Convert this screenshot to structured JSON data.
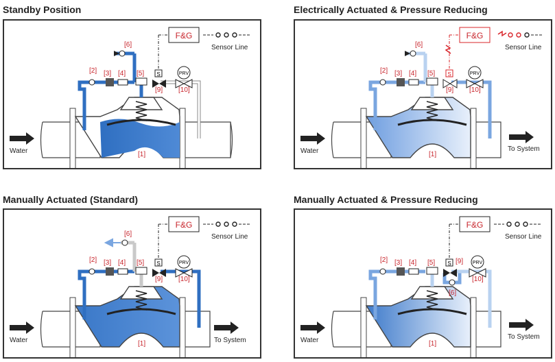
{
  "labels": {
    "fg": "F&G",
    "sensor_line": "Sensor Line",
    "water": "Water",
    "to_system": "To System",
    "prv": "PRV",
    "s": "S",
    "n1": "[1]",
    "n2": "[2]",
    "n3": "[3]",
    "n4": "[4]",
    "n5": "[5]",
    "n6": "[6]",
    "n9": "[9]",
    "n10": "[10]"
  },
  "colors": {
    "active_blue": "#2f6fc1",
    "light_blue": "#b9d2f0",
    "alert_red": "#d8242a",
    "callout_red": "#c8252c",
    "outline": "#333333"
  },
  "panels": [
    {
      "title": "Standby Position"
    },
    {
      "title": "Electrically Actuated & Pressure Reducing"
    },
    {
      "title": "Manually Actuated (Standard)"
    },
    {
      "title": "Manually Actuated & Pressure Reducing"
    }
  ]
}
